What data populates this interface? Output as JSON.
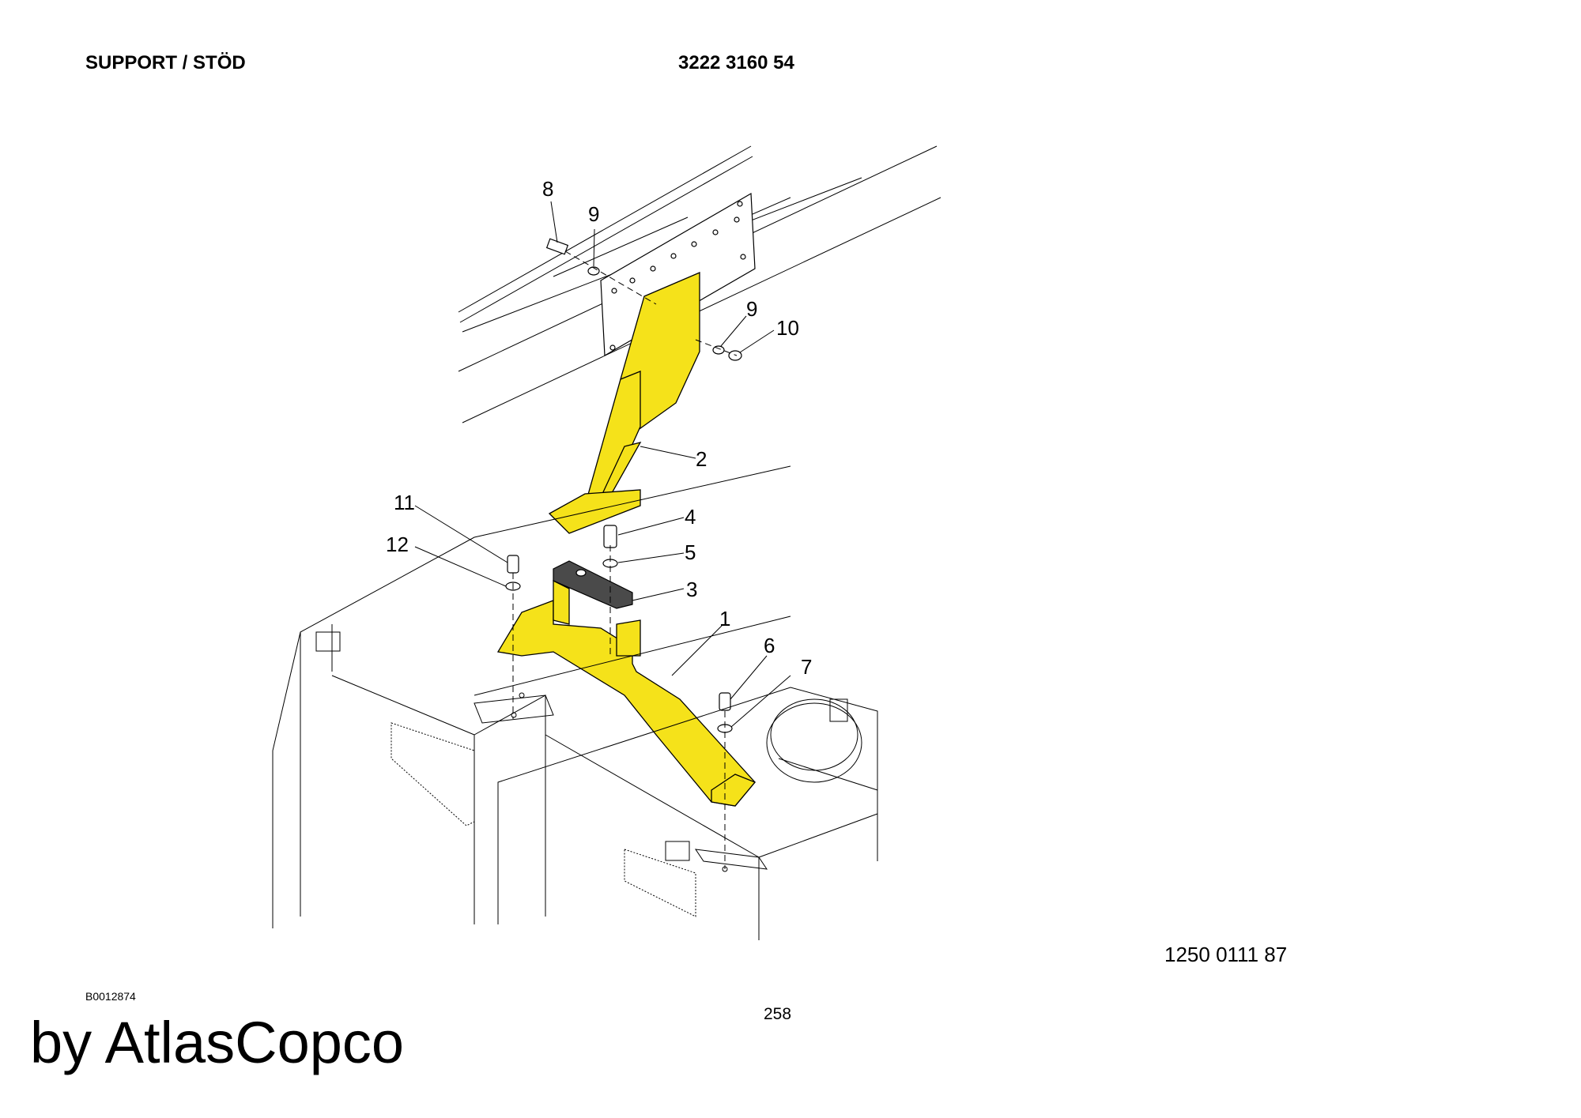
{
  "header": {
    "title": "SUPPORT / STÖD",
    "part_number": "3222 3160 54"
  },
  "callouts": {
    "c1": "1",
    "c2": "2",
    "c3": "3",
    "c4": "4",
    "c5": "5",
    "c6": "6",
    "c7": "7",
    "c8": "8",
    "c9a": "9",
    "c9b": "9",
    "c10": "10",
    "c11": "11",
    "c12": "12"
  },
  "footer": {
    "drawing_number": "1250 0111 87",
    "figure_code": "B0012874",
    "page_number": "258",
    "brand": "by AtlasCopco"
  },
  "colors": {
    "highlight": "#f5e21a",
    "line": "#000000",
    "plate": "#4a4a4a"
  }
}
